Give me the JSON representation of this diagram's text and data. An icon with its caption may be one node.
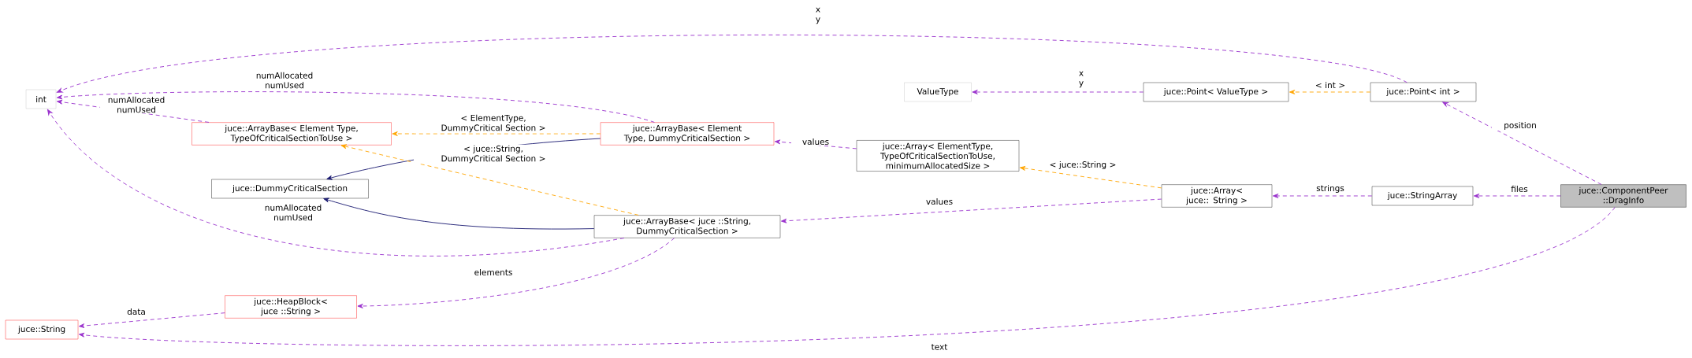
{
  "diagram": {
    "nodes": [
      {
        "text": [
          "int"
        ]
      },
      {
        "text": [
          "ValueType"
        ]
      },
      {
        "text": [
          "juce::Point< ValueType >"
        ]
      },
      {
        "text": [
          "juce::Point< int >"
        ]
      },
      {
        "text": [
          "juce::ArrayBase< Element Type, TypeOfCriticalSectionToUse >"
        ]
      },
      {
        "text": [
          "juce::ArrayBase< Element Type, DummyCriticalSection >"
        ]
      },
      {
        "text": [
          "juce::Array< ElementType, TypeOfCriticalSectionToUse, minimumAllocatedSize >"
        ]
      },
      {
        "text": [
          "juce::DummyCriticalSection"
        ]
      },
      {
        "text": [
          "juce::ArrayBase< juce ::String, DummyCriticalSection >"
        ]
      },
      {
        "text": [
          "juce::Array< juce:: String >"
        ]
      },
      {
        "text": [
          "juce::StringArray"
        ]
      },
      {
        "text": [
          "juce::ComponentPeer ::DragInfo"
        ]
      },
      {
        "text": [
          "juce::HeapBlock< juce ::String >"
        ]
      },
      {
        "text": [
          "juce::String"
        ]
      }
    ],
    "edges": [
      {
        "from": 3,
        "to": 0,
        "arrow": "to",
        "label": "x y",
        "style": "dashed"
      },
      {
        "from": 2,
        "to": 1,
        "arrow": "to",
        "label": "x y",
        "style": "dashed"
      },
      {
        "from": 3,
        "to": 2,
        "arrow": "to",
        "label": "< int >",
        "style": "dashed",
        "color": "#ffa500"
      },
      {
        "from": 11,
        "to": 3,
        "arrow": "to",
        "label": "position",
        "style": "dashed"
      },
      {
        "from": 11,
        "to": 10,
        "arrow": "to",
        "label": "files",
        "style": "dashed"
      },
      {
        "from": 10,
        "to": 9,
        "arrow": "to",
        "label": "strings",
        "style": "dashed"
      },
      {
        "from": 9,
        "to": 6,
        "arrow": "to",
        "label": "< juce::String >",
        "style": "dashed",
        "color": "#ffa500"
      },
      {
        "from": 9,
        "to": 8,
        "arrow": "to",
        "label": "values",
        "style": "dashed"
      },
      {
        "from": 6,
        "to": 5,
        "arrow": "to",
        "label": "values",
        "style": "dashed"
      },
      {
        "from": 5,
        "to": 0,
        "arrow": "to",
        "label": "numAllocated numUsed",
        "style": "dashed"
      },
      {
        "from": 5,
        "to": 4,
        "arrow": "to",
        "label": "< ElementType, DummyCritical Section >",
        "style": "dashed",
        "color": "#ffa500"
      },
      {
        "from": 5,
        "to": 7,
        "arrow": "to",
        "color": "#191970"
      },
      {
        "from": 4,
        "to": 0,
        "arrow": "to",
        "label": "numAllocated numUsed",
        "style": "dashed"
      },
      {
        "from": 8,
        "to": 4,
        "arrow": "to",
        "label": "< juce::String, DummyCritical Section >",
        "style": "dashed",
        "color": "#ffa500"
      },
      {
        "from": 8,
        "to": 7,
        "arrow": "to",
        "color": "#191970"
      },
      {
        "from": 8,
        "to": 0,
        "arrow": "to",
        "label": "numAllocated numUsed",
        "style": "dashed"
      },
      {
        "from": 8,
        "to": 12,
        "arrow": "to",
        "label": "elements",
        "style": "dashed"
      },
      {
        "from": 12,
        "to": 13,
        "arrow": "to",
        "label": "data",
        "style": "dashed"
      },
      {
        "from": 11,
        "to": 13,
        "arrow": "to",
        "label": "text",
        "style": "dashed"
      }
    ]
  }
}
